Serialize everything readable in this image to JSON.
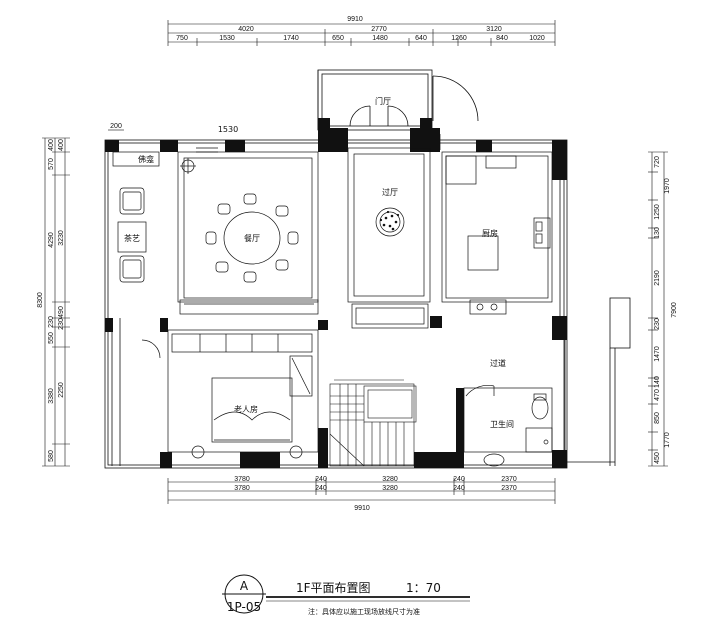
{
  "dimensions": {
    "top_total": "9910",
    "top_row2": [
      "4020",
      "2770",
      "3120"
    ],
    "top_row3": [
      "750",
      "1530",
      "1740",
      "650",
      "1480",
      "640",
      "1260",
      "840",
      "1020"
    ],
    "bottom_row1": [
      "3780",
      "240",
      "3280",
      "240",
      "2370"
    ],
    "bottom_row2": [
      "3780",
      "240",
      "3280",
      "240",
      "2370"
    ],
    "bottom_total": "9910",
    "left_total": "8300",
    "left_outer": [
      "400",
      "570",
      "4290",
      "230",
      "550",
      "3380",
      "580"
    ],
    "left_inner": [
      "400",
      "3230",
      "490",
      "230",
      "2250"
    ],
    "right_inner": [
      "720",
      "1970",
      "1250",
      "130",
      "2190",
      "230",
      "1470",
      "140",
      "470",
      "850",
      "1770",
      "450"
    ],
    "right_total": "7900",
    "top_left_offset": "200",
    "window_1530": "1530"
  },
  "rooms": {
    "foyer": "门厅",
    "hall": "过厅",
    "kitchen": "厨房",
    "dining": "餐厅",
    "tea": "茶艺",
    "shrine": "佛龛",
    "corridor": "过道",
    "elder_room": "老人房",
    "bathroom": "卫生间"
  },
  "title_block": {
    "bubble_letter": "A",
    "sheet_code": "1P-05",
    "title": "1F平面布置图",
    "scale": "1：70",
    "note": "注：具体应以施工现场放线尺寸为准"
  }
}
